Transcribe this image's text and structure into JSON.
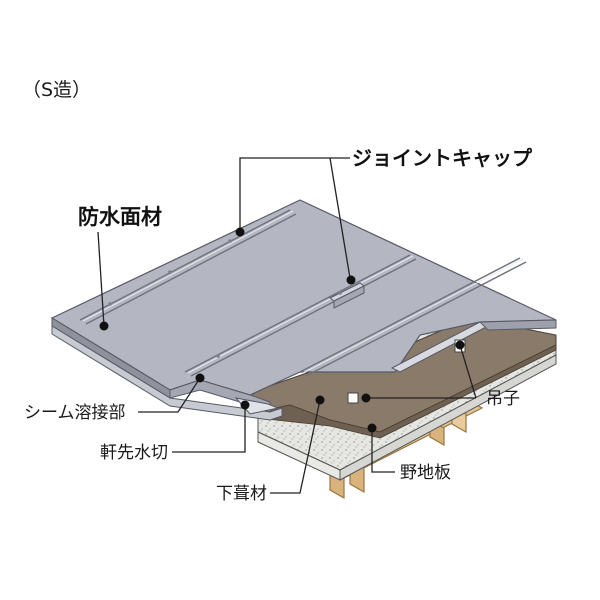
{
  "title": "（S造）",
  "labels": {
    "joint_cap": "ジョイントキャップ",
    "waterproof_panel": "防水面材",
    "seam_weld": "シーム溶接部",
    "eave_flashing": "軒先水切",
    "underlayment": "下葺材",
    "clip": "吊子",
    "sheathing": "野地板"
  },
  "colors": {
    "panel": "#b4b7c1",
    "panel_shadow": "#8f929c",
    "underlayment": "#8a7a6a",
    "sheathing": "#dcdcd8",
    "purlin": "#e3c494",
    "purlin_edge": "#9a7440",
    "line": "#222222"
  }
}
